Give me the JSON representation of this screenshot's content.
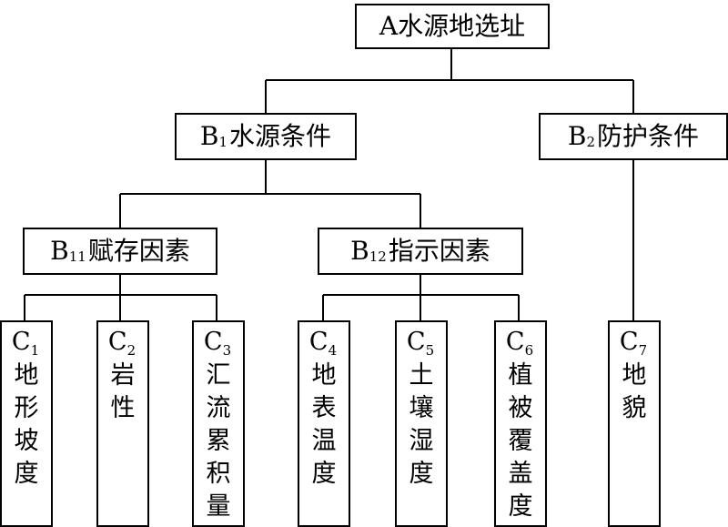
{
  "root": {
    "prefix": "A",
    "label": "水源地选址"
  },
  "level1": [
    {
      "code": "B",
      "sub": "1",
      "label": "水源条件"
    },
    {
      "code": "B",
      "sub": "2",
      "label": "防护条件"
    }
  ],
  "level2": [
    {
      "code": "B",
      "sub": "11",
      "label": "赋存因素"
    },
    {
      "code": "B",
      "sub": "12",
      "label": "指示因素"
    }
  ],
  "level3": [
    {
      "code": "C",
      "sub": "1",
      "label": "地形坡度"
    },
    {
      "code": "C",
      "sub": "2",
      "label": "岩性"
    },
    {
      "code": "C",
      "sub": "3",
      "label": "汇流累积量"
    },
    {
      "code": "C",
      "sub": "4",
      "label": "地表温度"
    },
    {
      "code": "C",
      "sub": "5",
      "label": "土壤湿度"
    },
    {
      "code": "C",
      "sub": "6",
      "label": "植被覆盖度"
    },
    {
      "code": "C",
      "sub": "7",
      "label": "地貌"
    }
  ]
}
